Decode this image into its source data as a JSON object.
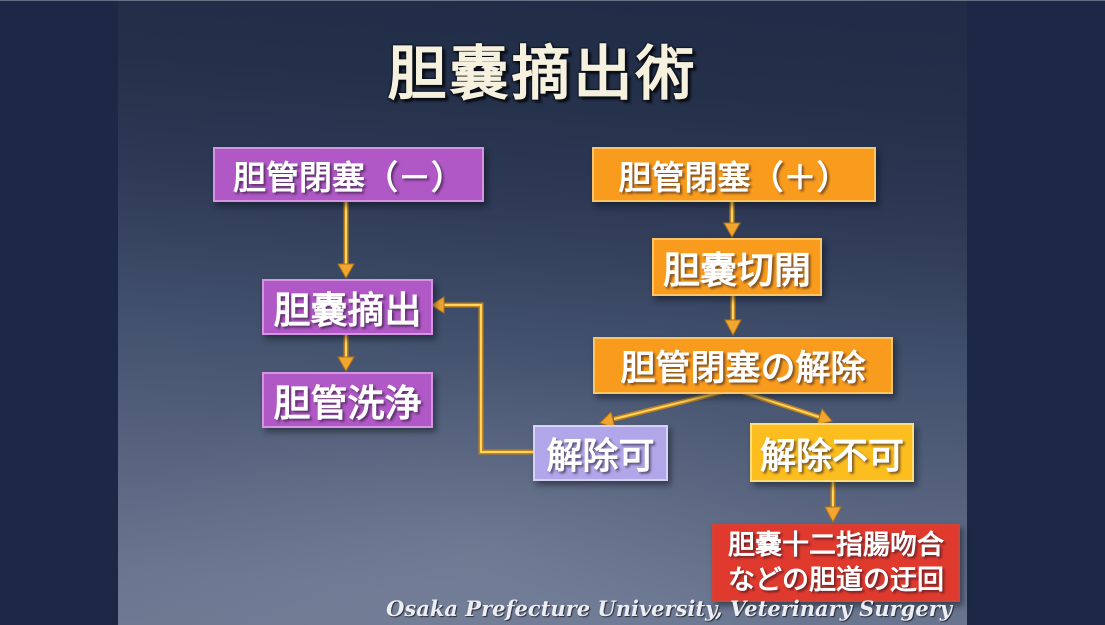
{
  "slide": {
    "title": "胆嚢摘出術",
    "credit": "Osaka Prefecture University, Veterinary Surgery"
  },
  "flowchart": {
    "nodes": [
      {
        "id": "obstruction_negative",
        "label": "胆管閉塞（－）",
        "color": "purple"
      },
      {
        "id": "obstruction_positive",
        "label": "胆管閉塞（＋）",
        "color": "orange"
      },
      {
        "id": "cholecystectomy",
        "label": "胆嚢摘出",
        "color": "purple"
      },
      {
        "id": "duct_lavage",
        "label": "胆管洗浄",
        "color": "purple"
      },
      {
        "id": "cholecystotomy",
        "label": "胆嚢切開",
        "color": "orange"
      },
      {
        "id": "release_obstruction",
        "label": "胆管閉塞の解除",
        "color": "orange"
      },
      {
        "id": "releasable",
        "label": "解除可",
        "color": "lavender"
      },
      {
        "id": "not_releasable",
        "label": "解除不可",
        "color": "amber"
      },
      {
        "id": "biliary_bypass",
        "label": "胆嚢十二指腸吻合などの胆道の迂回",
        "line1": "胆嚢十二指腸吻合",
        "line2": "などの胆道の迂回",
        "color": "red"
      }
    ],
    "edges": [
      {
        "from": "obstruction_negative",
        "to": "cholecystectomy"
      },
      {
        "from": "cholecystectomy",
        "to": "duct_lavage"
      },
      {
        "from": "obstruction_positive",
        "to": "cholecystotomy"
      },
      {
        "from": "cholecystotomy",
        "to": "release_obstruction"
      },
      {
        "from": "release_obstruction",
        "to": "releasable"
      },
      {
        "from": "release_obstruction",
        "to": "not_releasable"
      },
      {
        "from": "releasable",
        "to": "cholecystectomy"
      },
      {
        "from": "not_releasable",
        "to": "biliary_bypass"
      }
    ],
    "colors": {
      "background_navy": "#1c2845",
      "slide_gradient_bottom": "#6e7992",
      "purple": "#b058c6",
      "orange": "#f99c1d",
      "lavender": "#b2a6ea",
      "amber": "#fcbd1e",
      "red": "#e03a2e",
      "arrow": "#f3a62f",
      "title_text": "#f6f1de"
    }
  }
}
